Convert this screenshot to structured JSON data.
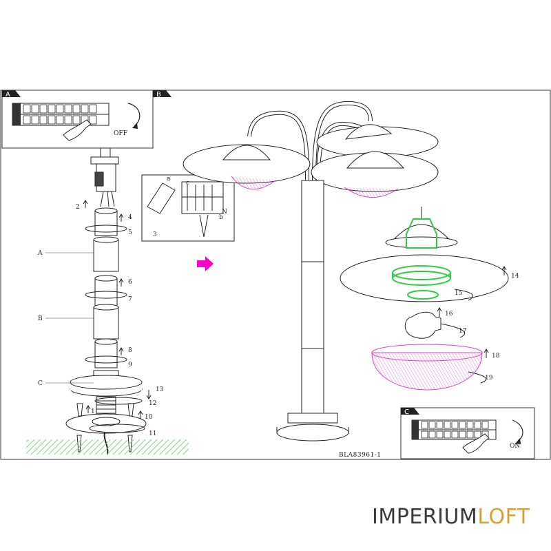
{
  "panels": {
    "a": {
      "letter": "A",
      "action": "OFF"
    },
    "b": {
      "letter": "B"
    },
    "c": {
      "letter": "C",
      "action": "ON"
    }
  },
  "parts": {
    "a": "A",
    "b": "B",
    "c": "C"
  },
  "wiring": {
    "a": "a",
    "b": "b",
    "c": "c",
    "n": "N"
  },
  "steps": [
    "1",
    "2",
    "3",
    "4",
    "5",
    "6",
    "7",
    "8",
    "9",
    "10",
    "11",
    "12",
    "13",
    "14",
    "15",
    "16",
    "17",
    "18",
    "19"
  ],
  "drawing_code": "BLA83961-1",
  "watermark": {
    "part1": "IMPERIUM",
    "part2": "LOFT"
  },
  "colors": {
    "highlight_green": "#2ecc40",
    "highlight_magenta": "#e040c8",
    "arrow_magenta": "#ff00cc",
    "ground_green": "#7fd67f",
    "watermark_orange": "#d9a032"
  }
}
